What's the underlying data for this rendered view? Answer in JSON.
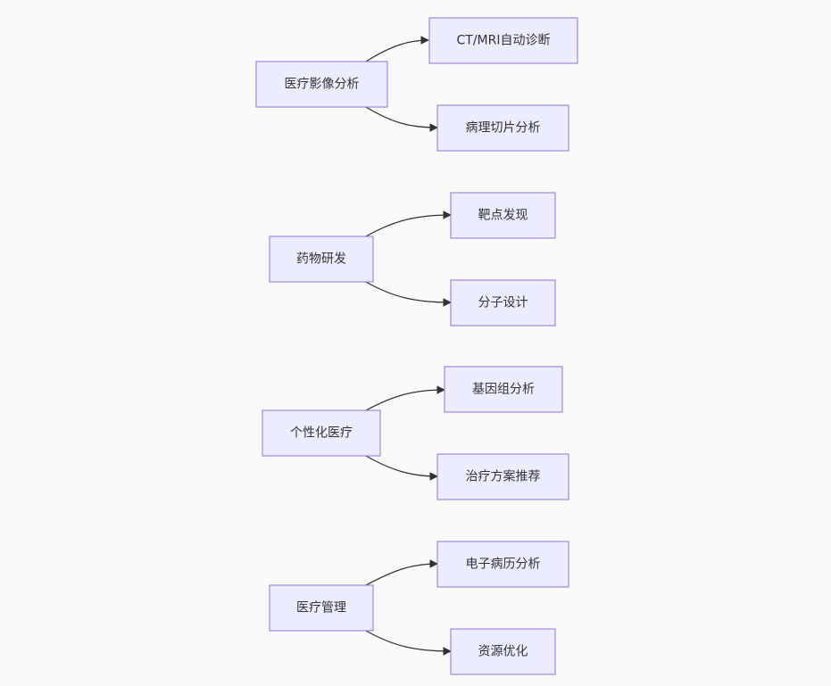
{
  "diagram": {
    "type": "flowchart",
    "direction": "left-to-right",
    "groups": [
      {
        "root": "医疗影像分析",
        "children": [
          "CT/MRI自动诊断",
          "病理切片分析"
        ]
      },
      {
        "root": "药物研发",
        "children": [
          "靶点发现",
          "分子设计"
        ]
      },
      {
        "root": "个性化医疗",
        "children": [
          "基因组分析",
          "治疗方案推荐"
        ]
      },
      {
        "root": "医疗管理",
        "children": [
          "电子病历分析",
          "资源优化"
        ]
      }
    ],
    "colors": {
      "background": "#fafafa",
      "node_fill": "#ECECFF",
      "node_stroke": "#9370DB",
      "text": "#333333",
      "edge": "#333333"
    }
  }
}
